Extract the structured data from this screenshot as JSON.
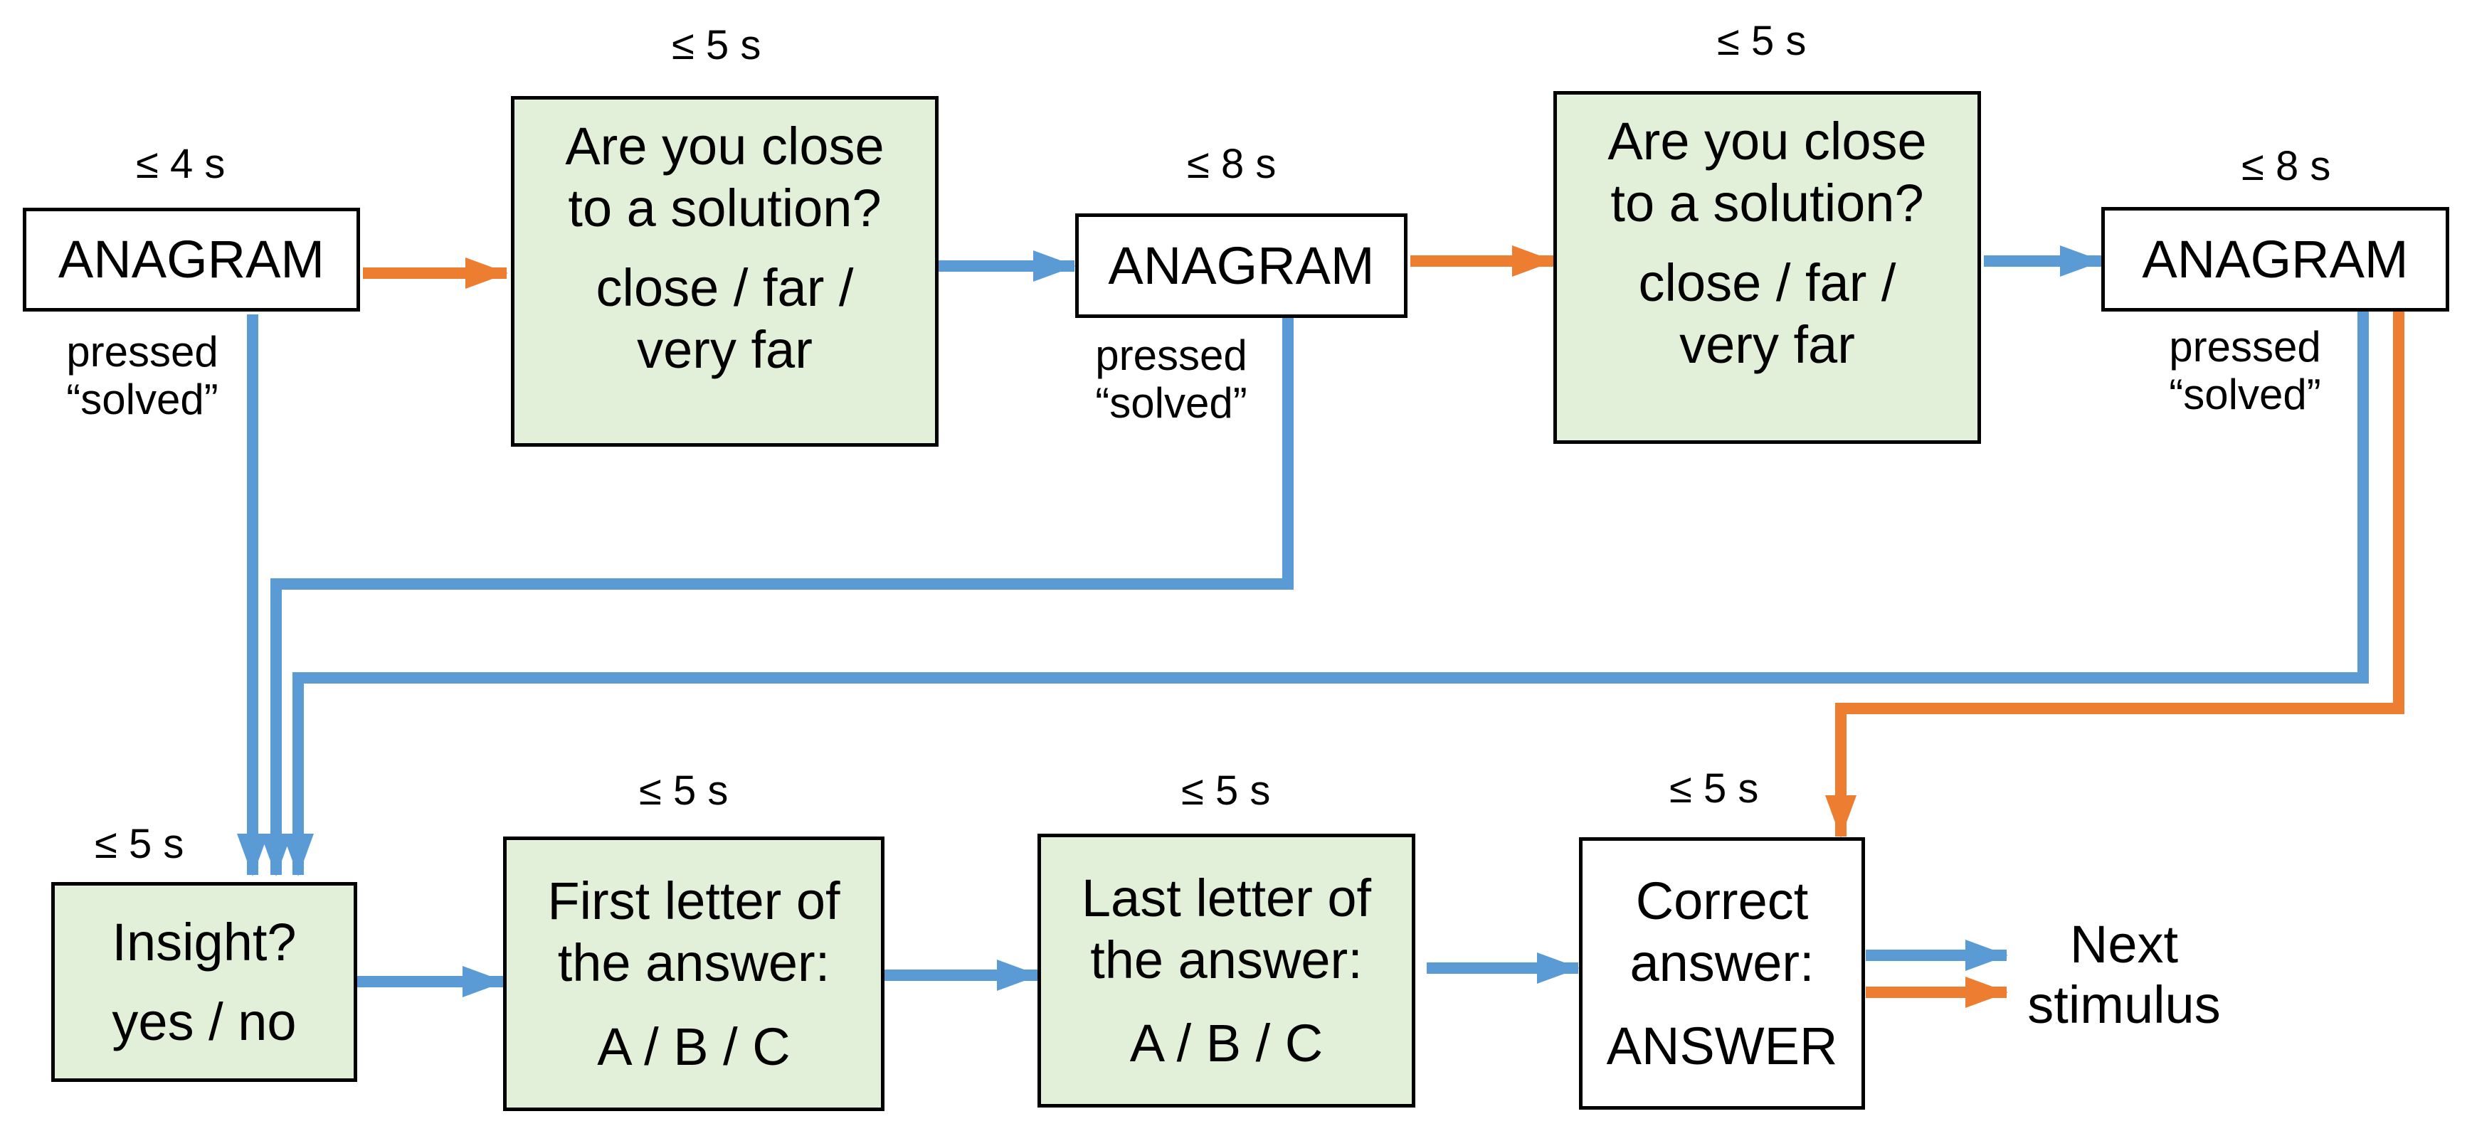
{
  "colors": {
    "blue_arrow": "#5b9bd5",
    "orange_arrow": "#ed7d31",
    "green_fill": "#e2efd9",
    "border": "#000000"
  },
  "top_row": {
    "anagram1": {
      "timing": "≤ 4 s",
      "label": "ANAGRAM",
      "pressed": "pressed",
      "solved": "“solved”"
    },
    "question1": {
      "timing": "≤ 5 s",
      "line1": "Are you close",
      "line2": "to a solution?",
      "opt1": "close / far /",
      "opt2": "very far"
    },
    "anagram2": {
      "timing": "≤ 8 s",
      "label": "ANAGRAM",
      "pressed": "pressed",
      "solved": "“solved”"
    },
    "question2": {
      "timing": "≤ 5 s",
      "line1": "Are you close",
      "line2": "to a solution?",
      "opt1": "close / far /",
      "opt2": "very far"
    },
    "anagram3": {
      "timing": "≤ 8 s",
      "label": "ANAGRAM",
      "pressed": "pressed",
      "solved": "“solved”"
    }
  },
  "bottom_row": {
    "insight": {
      "timing": "≤ 5 s",
      "question": "Insight?",
      "options": "yes / no"
    },
    "first_letter": {
      "timing": "≤ 5 s",
      "line1": "First letter of",
      "line2": "the answer:",
      "options": "A / B / C"
    },
    "last_letter": {
      "timing": "≤ 5 s",
      "line1": "Last letter of",
      "line2": "the answer:",
      "options": "A / B / C"
    },
    "correct": {
      "timing": "≤ 5 s",
      "line1": "Correct",
      "line2": "answer:",
      "answer": "ANSWER"
    },
    "next": {
      "line1": "Next",
      "line2": "stimulus"
    }
  }
}
